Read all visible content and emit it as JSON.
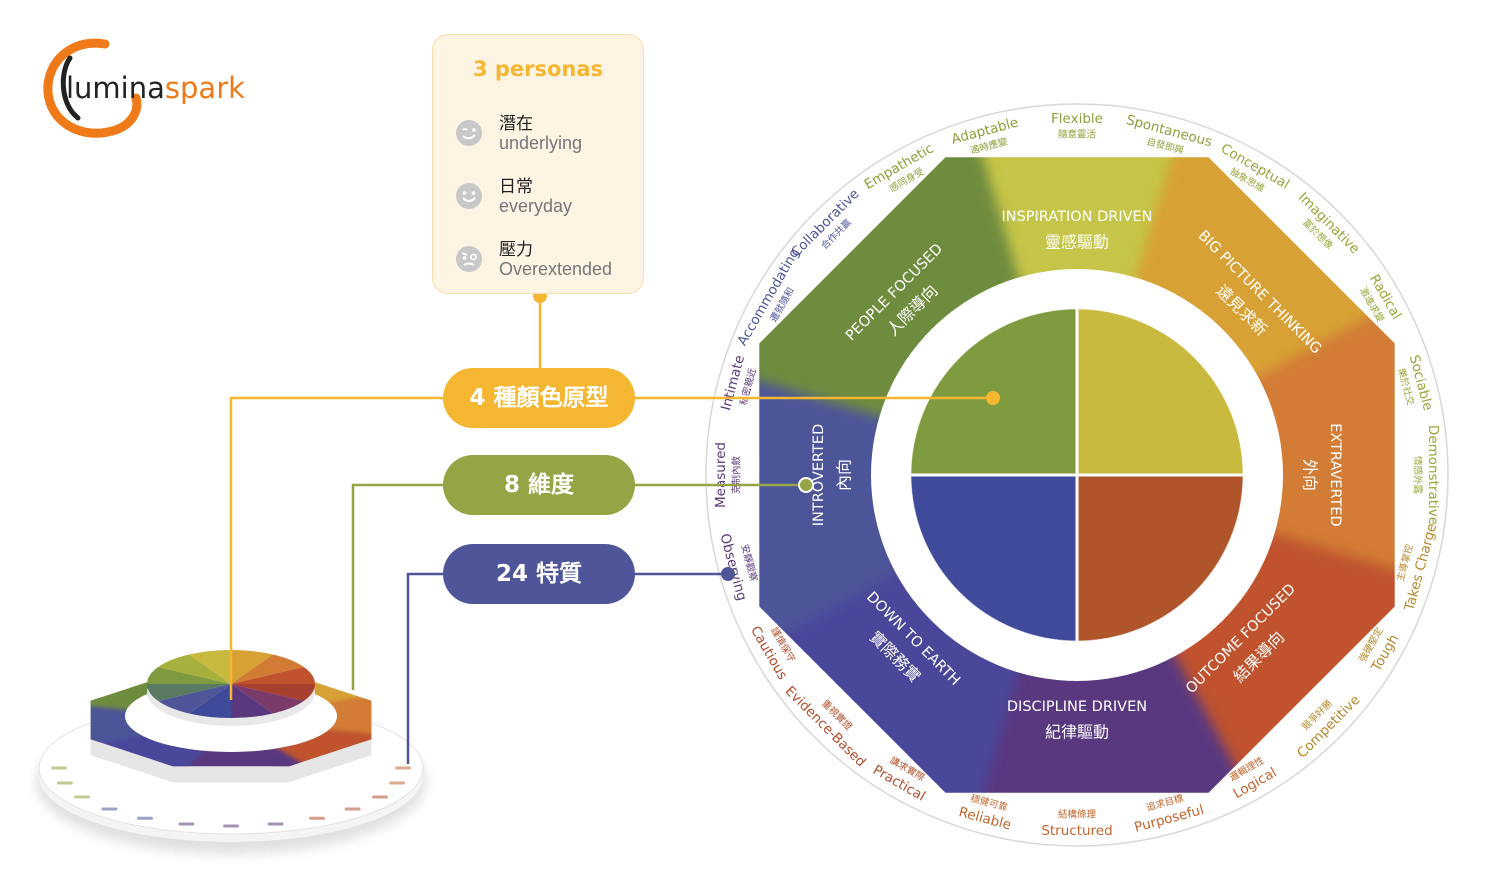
{
  "brand": {
    "name_light": "lumina",
    "name_bold": "spark",
    "accent_color": "#ef7a1a"
  },
  "personas_card": {
    "title": "3 personas",
    "items": [
      {
        "cn": "潛在",
        "en": "underlying",
        "icon": "smirk-face-icon"
      },
      {
        "cn": "日常",
        "en": "everyday",
        "icon": "smile-face-icon"
      },
      {
        "cn": "壓力",
        "en": "Overextended",
        "icon": "stressed-face-icon"
      }
    ]
  },
  "levels": [
    {
      "label": "4 種顏色原型",
      "color": "#f5b731"
    },
    {
      "label": "8 維度",
      "color": "#93a544"
    },
    {
      "label": "24 特質",
      "color": "#4e5599"
    }
  ],
  "wheel": {
    "dimensions": [
      {
        "en": "INSPIRATION DRIVEN",
        "cn": "靈感驅動"
      },
      {
        "en": "BIG PICTURE THINKING",
        "cn": "遠見求新"
      },
      {
        "en": "EXTRAVERTED",
        "cn": "外向"
      },
      {
        "en": "OUTCOME FOCUSED",
        "cn": "結果導向"
      },
      {
        "en": "DISCIPLINE DRIVEN",
        "cn": "紀律驅動"
      },
      {
        "en": "DOWN TO EARTH",
        "cn": "實際務實"
      },
      {
        "en": "INTROVERTED",
        "cn": "內向"
      },
      {
        "en": "PEOPLE FOCUSED",
        "cn": "人際導向"
      }
    ],
    "traits": [
      {
        "en": "Flexible",
        "cn": "隨意靈活"
      },
      {
        "en": "Spontaneous",
        "cn": "自發即興"
      },
      {
        "en": "Conceptual",
        "cn": "抽象思維"
      },
      {
        "en": "Imaginative",
        "cn": "富於想像"
      },
      {
        "en": "Radical",
        "cn": "激進求變"
      },
      {
        "en": "Sociable",
        "cn": "樂於社交"
      },
      {
        "en": "Demonstrative",
        "cn": "情感外露"
      },
      {
        "en": "Takes Charge",
        "cn": "主導掌控"
      },
      {
        "en": "Tough",
        "cn": "強硬堅定"
      },
      {
        "en": "Competitive",
        "cn": "競爭好勝"
      },
      {
        "en": "Logical",
        "cn": "邏輯理性"
      },
      {
        "en": "Purposeful",
        "cn": "追求目標"
      },
      {
        "en": "Structured",
        "cn": "結構條理"
      },
      {
        "en": "Reliable",
        "cn": "穩健可靠"
      },
      {
        "en": "Practical",
        "cn": "講求實際"
      },
      {
        "en": "Evidence-Based",
        "cn": "重視實證"
      },
      {
        "en": "Cautious",
        "cn": "謹慎保守"
      },
      {
        "en": "Observing",
        "cn": "安靜觀察"
      },
      {
        "en": "Measured",
        "cn": "克制內斂"
      },
      {
        "en": "Intimate",
        "cn": "私密親近"
      },
      {
        "en": "Accommodating",
        "cn": "遷就隨和"
      },
      {
        "en": "Collaborative",
        "cn": "合作共贏"
      },
      {
        "en": "Empathetic",
        "cn": "感同身受"
      },
      {
        "en": "Adaptable",
        "cn": "適時應變"
      }
    ]
  }
}
